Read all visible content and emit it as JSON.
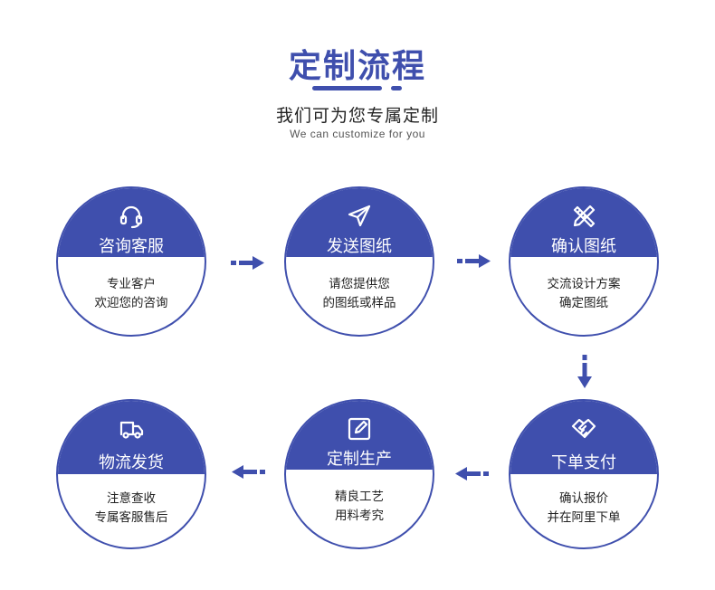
{
  "header": {
    "title": "定制流程",
    "subtitle": "我们可为您专属定制",
    "subtitle_en": "We can customize for you"
  },
  "colors": {
    "primary": "#3f4fad",
    "text": "#222222"
  },
  "steps": [
    {
      "icon": "headset-icon",
      "label": "咨询客服",
      "line1": "专业客户",
      "line2": "欢迎您的咨询"
    },
    {
      "icon": "paper-plane-icon",
      "label": "发送图纸",
      "line1": "请您提供您",
      "line2": "的图纸或样品"
    },
    {
      "icon": "ruler-pencil-icon",
      "label": "确认图纸",
      "line1": "交流设计方案",
      "line2": "确定图纸"
    },
    {
      "icon": "handshake-icon",
      "label": "下单支付",
      "line1": "确认报价",
      "line2": "并在阿里下单"
    },
    {
      "icon": "edit-icon",
      "label": "定制生产",
      "line1": "精良工艺",
      "line2": "用料考究"
    },
    {
      "icon": "truck-icon",
      "label": "物流发货",
      "line1": "注意查收",
      "line2": "专属客服售后"
    }
  ]
}
